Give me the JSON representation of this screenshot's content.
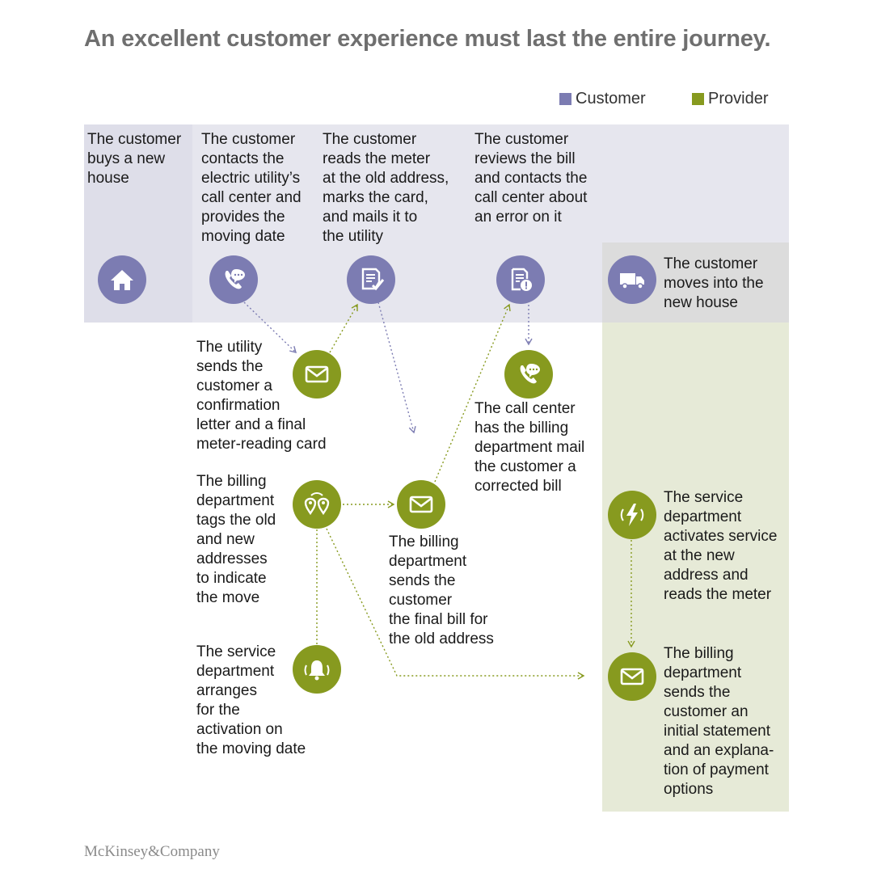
{
  "title": "An excellent customer experience must last the entire journey.",
  "legend": {
    "customer_label": "Customer",
    "provider_label": "Provider",
    "customer_color": "#7c7cb2",
    "provider_color": "#879a1f"
  },
  "steps": {
    "buy_house": "The customer\nbuys a new\nhouse",
    "contact_call_center": "The customer\ncontacts the\nelectric utility’s\ncall center and\nprovides the\nmoving date",
    "read_meter": "The customer\nreads the meter\nat the old address,\nmarks the card,\nand mails it to\nthe utility",
    "review_bill": "The customer\nreviews the bill\nand contacts the\ncall center about\nan error on it",
    "move_in": "The customer\nmoves into the\nnew house",
    "confirmation_letter": "The utility\nsends the\ncustomer a\nconfirmation\nletter and a final\nmeter-reading card",
    "call_center_corrected": "The call center\nhas the billing\ndepartment mail\nthe customer a\ncorrected bill",
    "tag_addresses": "The billing\ndepartment\ntags the old\nand new\naddresses\nto indicate\nthe move",
    "final_bill": "The billing\ndepartment\nsends the\ncustomer\nthe final bill for\nthe old address",
    "activates_service": "The service\ndepartment\nactivates service\nat the new\naddress and\nreads the meter",
    "arranges_activation": "The service\ndepartment\narranges\nfor the\nactivation on\nthe moving date",
    "initial_statement": "The billing\ndepartment\nsends the\ncustomer an\ninitial statement\nand an explana-\ntion of payment\noptions"
  },
  "icons": {
    "house": "house-icon",
    "phone_customer": "phone-icon",
    "checklist": "checklist-icon",
    "bill_alert": "bill-alert-icon",
    "truck": "truck-icon",
    "envelope_confirm": "envelope-icon",
    "phone_provider": "phone-icon",
    "location_pins": "location-pins-icon",
    "envelope_final": "envelope-icon",
    "lightning": "lightning-icon",
    "bell": "bell-icon",
    "envelope_initial": "envelope-icon"
  },
  "footer": "McKinsey&Company"
}
